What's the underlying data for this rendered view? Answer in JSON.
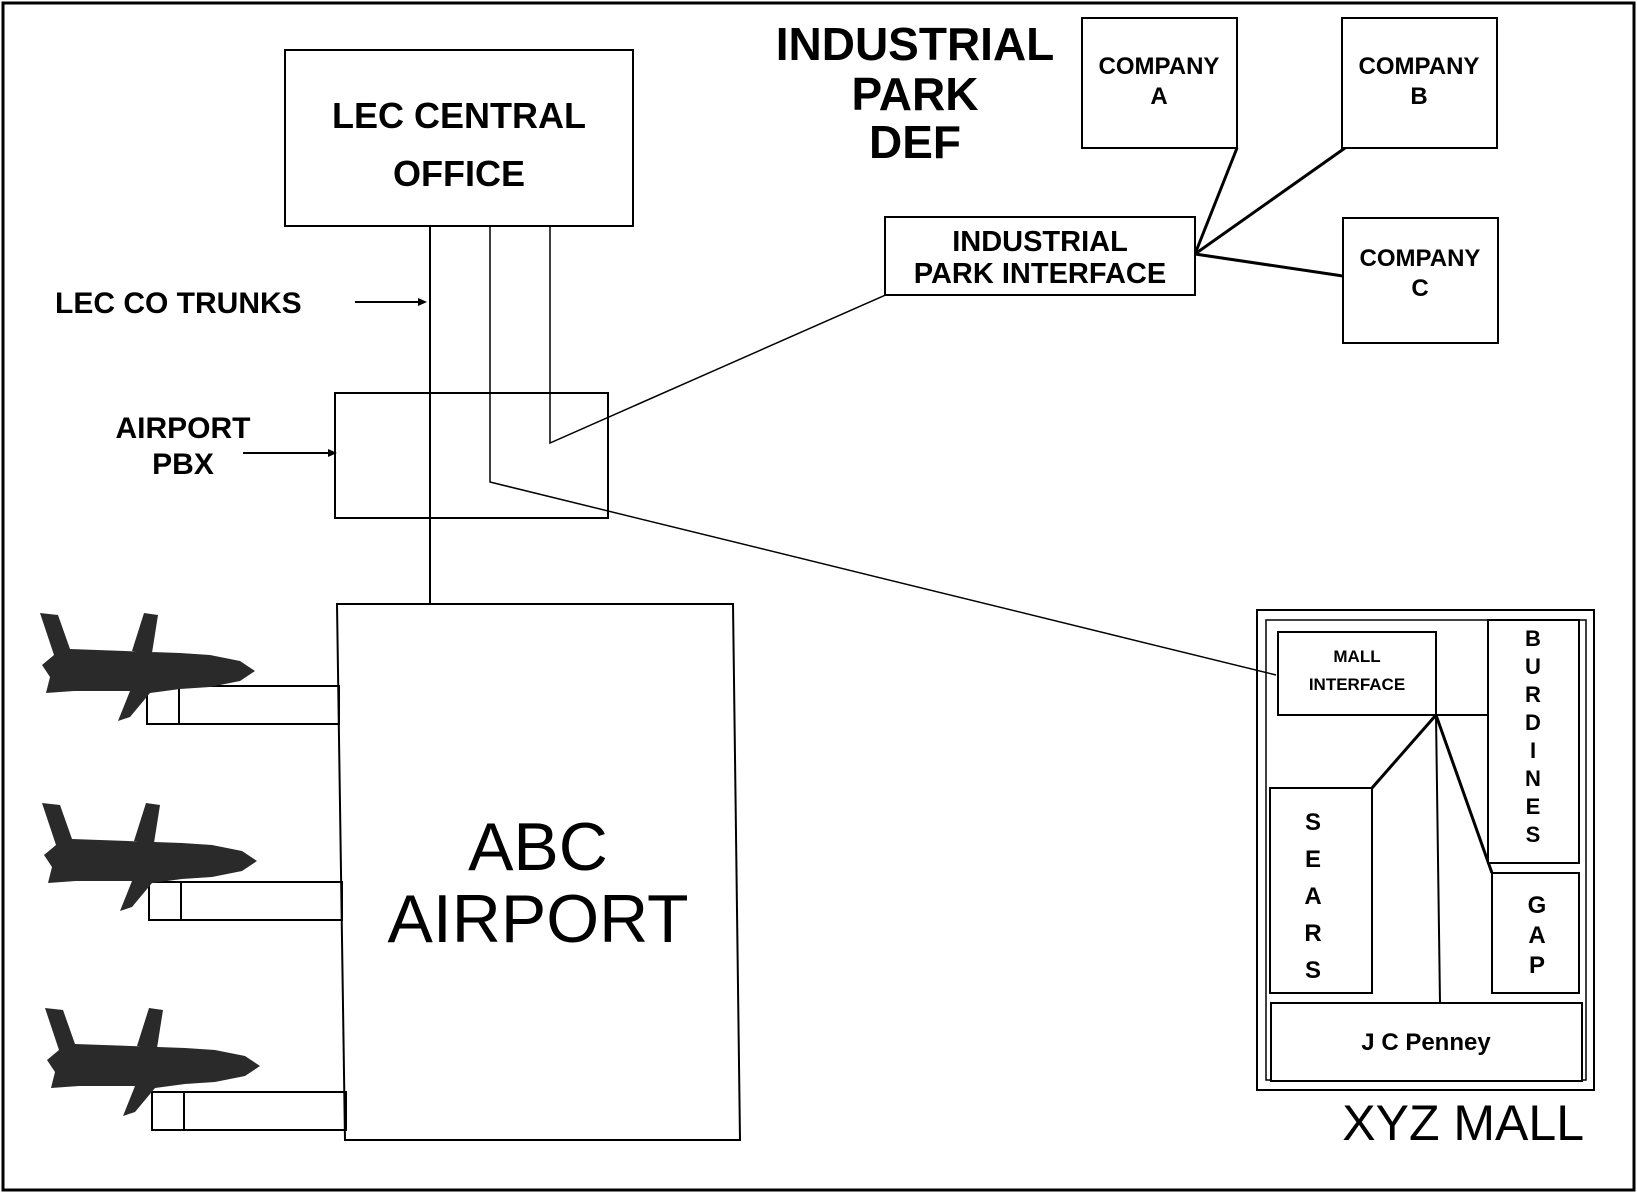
{
  "labels": {
    "lec_central_office": [
      "LEC CENTRAL",
      "OFFICE"
    ],
    "industrial_park_title": [
      "INDUSTRIAL",
      "PARK",
      "DEF"
    ],
    "company_a": [
      "COMPANY",
      "A"
    ],
    "company_b": [
      "COMPANY",
      "B"
    ],
    "company_c": [
      "COMPANY",
      "C"
    ],
    "industrial_park_interface": [
      "INDUSTRIAL",
      "PARK INTERFACE"
    ],
    "lec_co_trunks": "LEC CO TRUNKS",
    "airport_pbx": [
      "AIRPORT",
      "PBX"
    ],
    "abc_airport": [
      "ABC",
      "AIRPORT"
    ],
    "mall_interface": [
      "MALL",
      "INTERFACE"
    ],
    "burdines": [
      "B",
      "U",
      "R",
      "D",
      "I",
      "N",
      "E",
      "S"
    ],
    "sears": [
      "S",
      "E",
      "A",
      "R",
      "S"
    ],
    "gap": [
      "G",
      "A",
      "P"
    ],
    "jc_penney": "J C Penney",
    "xyz_mall": "XYZ MALL"
  },
  "colors": {
    "ink": "#000000",
    "paper": "#ffffff",
    "plane": "#2a2a2a"
  },
  "icons": {
    "aircraft": "airplane-icon"
  }
}
